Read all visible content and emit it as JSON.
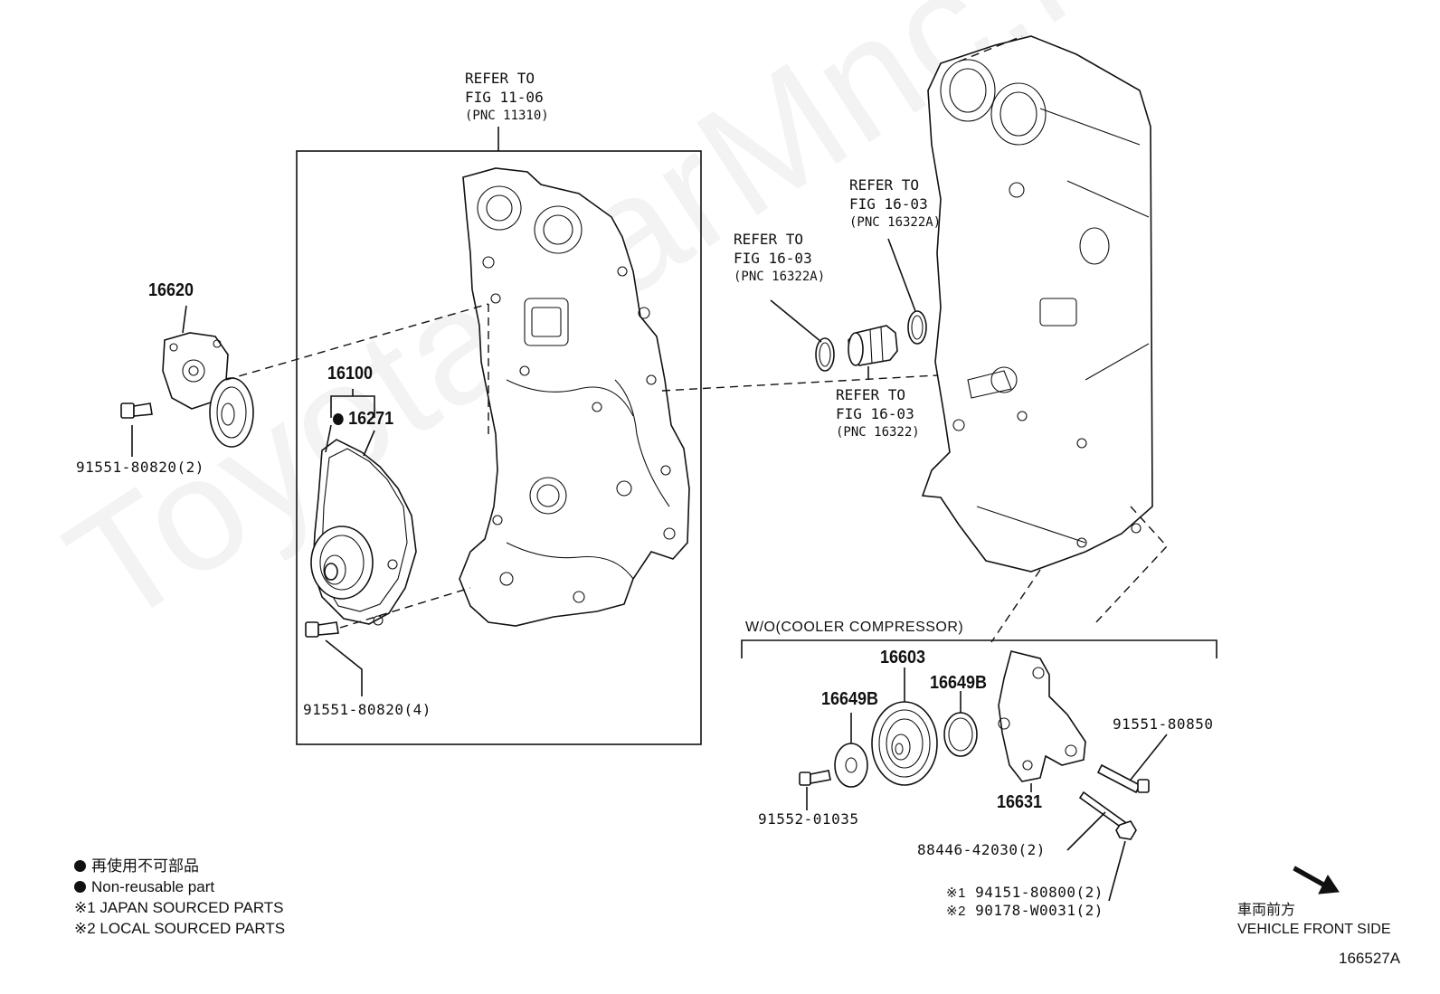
{
  "watermark": "ToyotaCarMnc.ru",
  "refs": {
    "timing_cover": {
      "line1": "REFER TO",
      "line2": "FIG 11-06",
      "line3": "(PNC 11310)"
    },
    "oring_left": {
      "line1": "REFER TO",
      "line2": "FIG 16-03",
      "line3": "(PNC 16322A)"
    },
    "oring_right": {
      "line1": "REFER TO",
      "line2": "FIG 16-03",
      "line3": "(PNC 16322A)"
    },
    "inlet": {
      "line1": "REFER TO",
      "line2": "FIG 16-03",
      "line3": "(PNC 16322)"
    }
  },
  "parts": {
    "p16620": "16620",
    "p91551_80820_2": "91551-80820(2)",
    "p16100": "16100",
    "p16271": "16271",
    "p91551_80820_4": "91551-80820(4)",
    "p16603": "16603",
    "p16649b_left": "16649B",
    "p16649b_right": "16649B",
    "p91551_80850": "91551-80850",
    "p16631": "16631",
    "p91552_01035": "91552-01035",
    "p88446_42030": "88446-42030(2)",
    "p94151": "94151-80800(2)",
    "p90178": "90178-W0031(2)"
  },
  "marks": {
    "m1": "※1",
    "m2": "※2"
  },
  "group_label": "W/O(COOLER COMPRESSOR)",
  "legend": {
    "jp": "再使用不可部品",
    "en": "Non-reusable part",
    "japan": "※1 JAPAN SOURCED PARTS",
    "local": "※2 LOCAL SOURCED PARTS"
  },
  "direction": {
    "jp": "車両前方",
    "en": "VEHICLE FRONT SIDE"
  },
  "figure_id": "166527A"
}
